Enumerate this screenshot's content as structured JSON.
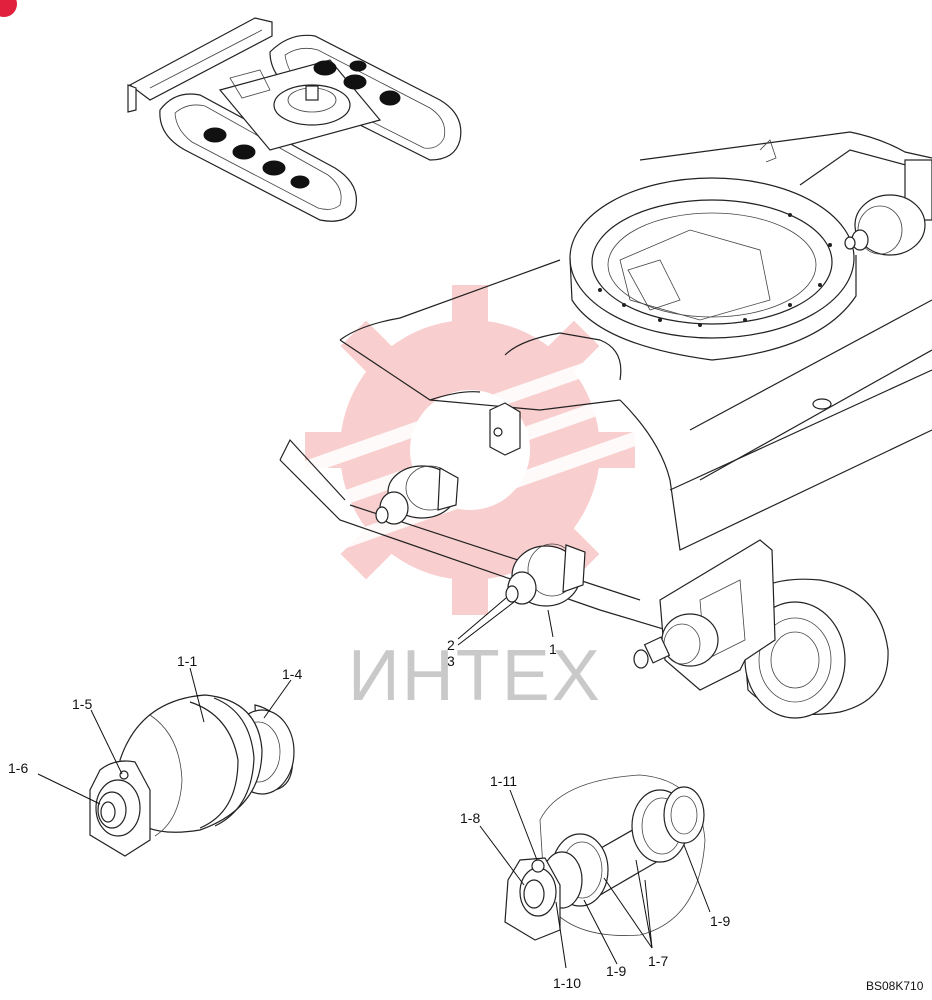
{
  "colors": {
    "watermark_gear": "#f08080",
    "watermark_text": "#c9c9c9",
    "line": "#222222",
    "badge": "#e0203c"
  },
  "icons": {
    "watermark": "gear-logo-icon",
    "corner": "red-badge-icon"
  },
  "watermark": {
    "text": "ИНТЕХ"
  },
  "drawing_code": "BS08K710",
  "callouts": {
    "c1": "1",
    "c2": "2",
    "c3": "3",
    "c1_1": "1-1",
    "c1_4": "1-4",
    "c1_5": "1-5",
    "c1_6": "1-6",
    "c1_11": "1-11",
    "c1_8": "1-8",
    "c1_9a": "1-9",
    "c1_9b": "1-9",
    "c1_10": "1-10",
    "c1_7": "1-7"
  }
}
